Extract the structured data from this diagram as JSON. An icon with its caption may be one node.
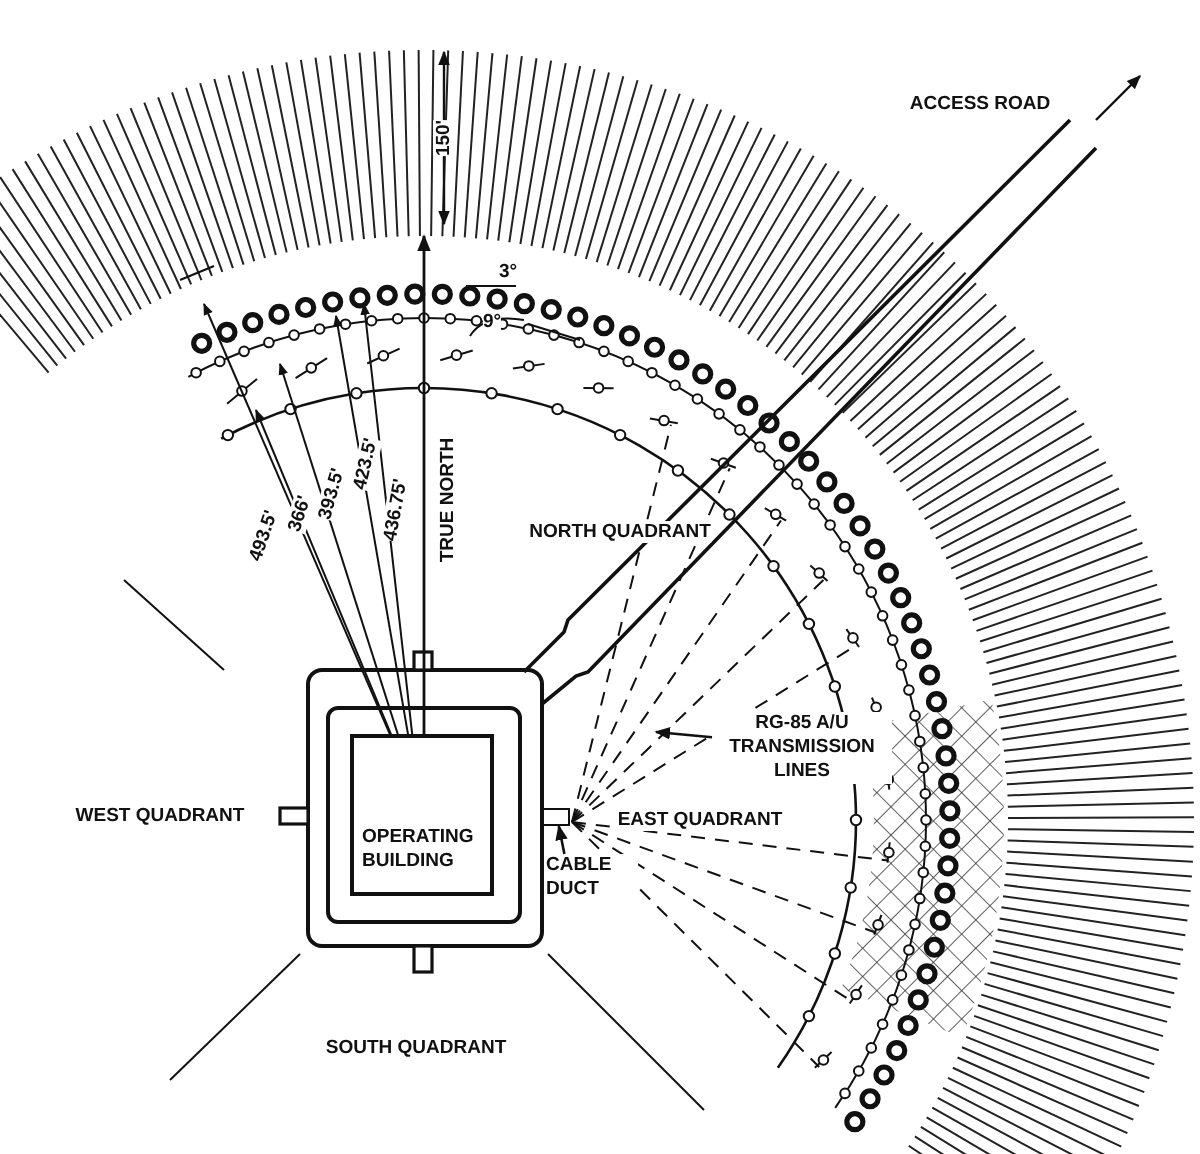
{
  "diagram": {
    "nodes": [
      {
        "text": [
          "OPERATING BUILDING"
        ]
      },
      {
        "text": [
          "CABLE DUCT"
        ]
      },
      {
        "text": [],
        "shape": "box"
      },
      {
        "text": [
          "RG-85 A/U TRANSMISSION LINES"
        ]
      }
    ],
    "edges": [
      {
        "from": 1,
        "to": 2,
        "arrow": "to"
      },
      {
        "from": 3,
        "to": null,
        "arrow": "to"
      }
    ],
    "labels": [
      "ACCESS ROAD",
      "150'",
      "3°",
      "TRUE NORTH",
      "493.5'",
      "366'",
      "393.5'",
      "423.5'",
      "436.75'",
      "9°",
      "NORTH QUADRANT",
      "EAST QUADRANT",
      "WEST QUADRANT",
      "SOUTH QUADRANT"
    ]
  }
}
